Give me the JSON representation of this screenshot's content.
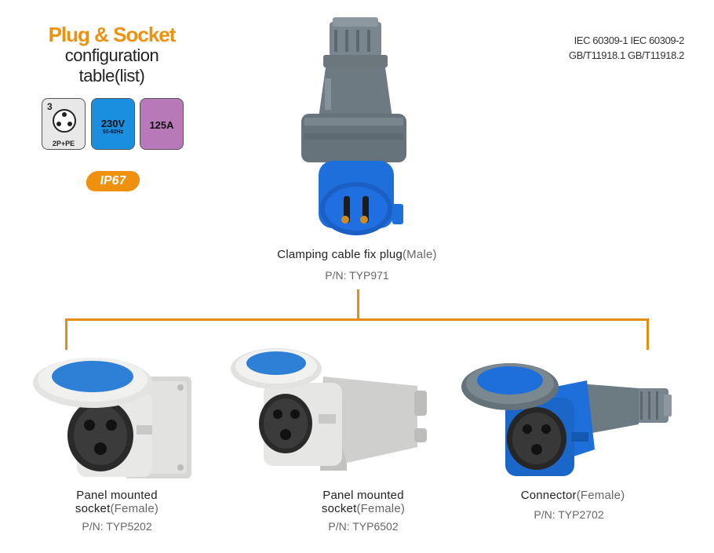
{
  "header": {
    "title": "Plug & Socket",
    "subtitle_line1": "configuration",
    "subtitle_line2": "table(list)"
  },
  "standards": {
    "line1": "IEC 60309-1  IEC 60309-2",
    "line2": "GB/T11918.1  GB/T11918.2"
  },
  "badges": {
    "pins_number": "3",
    "pins_label": "2P+PE",
    "voltage": "230V",
    "frequency": "50-60Hz",
    "current": "125A",
    "ip_rating": "IP67"
  },
  "products": {
    "plug": {
      "name": "Clamping cable fix plug",
      "gender": "(Male)",
      "pn": "P/N:  TYP971"
    },
    "panel1": {
      "name_line1": "Panel mounted",
      "name_line2": "socket",
      "gender": "(Female)",
      "pn": "P/N:  TYP5202"
    },
    "panel2": {
      "name_line1": "Panel mounted",
      "name_line2": "socket",
      "gender": "(Female)",
      "pn": "P/N:  TYP6502"
    },
    "connector": {
      "name": "Connector",
      "gender": "(Female)",
      "pn": "P/N:  TYP2702"
    }
  },
  "colors": {
    "accent_orange": "#f0900f",
    "plug_blue": "#1e6fd9",
    "housing_gray": "#6f7c84",
    "socket_white": "#e4e4e2"
  }
}
